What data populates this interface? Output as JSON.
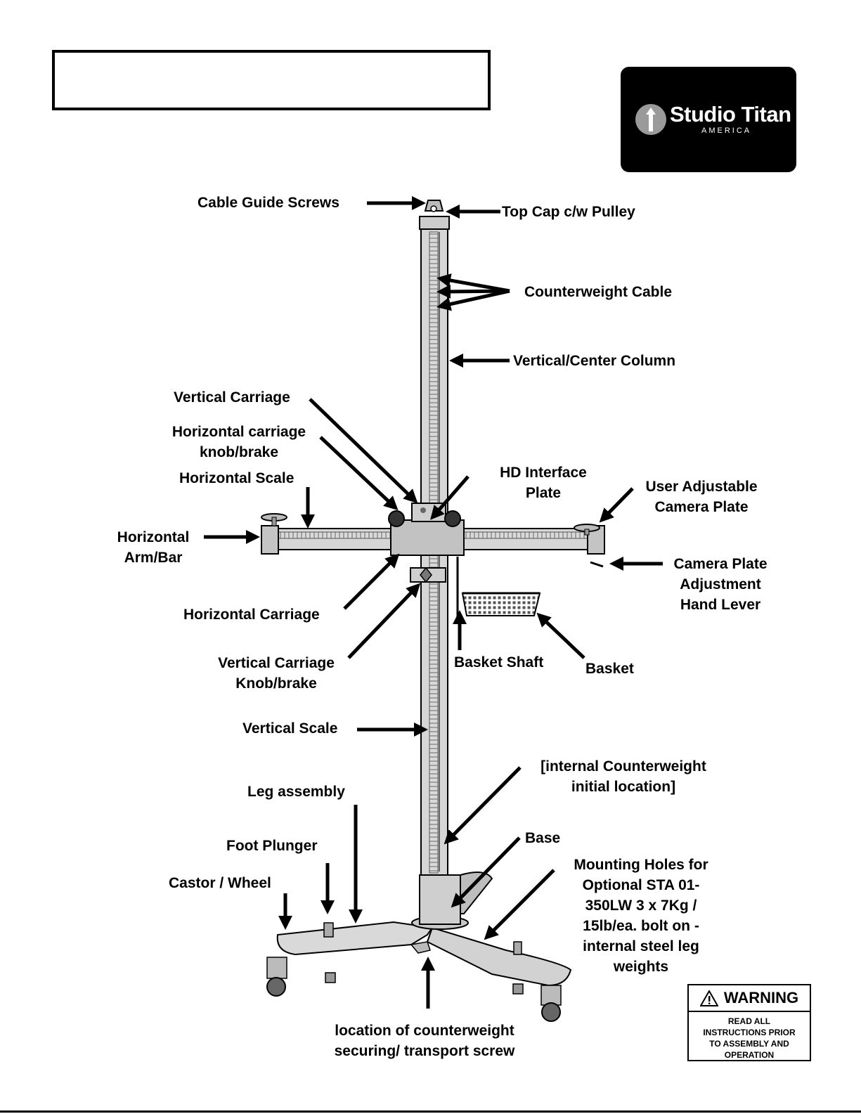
{
  "logo": {
    "brand": "Studio Titan",
    "sub": "AMERICA",
    "icon": "studio-titan-logo-icon"
  },
  "labels": {
    "cable_guide_screws": "Cable Guide Screws",
    "top_cap": "Top Cap c/w Pulley",
    "counterweight_cable": "Counterweight Cable",
    "vertical_column": "Vertical/Center Column",
    "vertical_carriage": "Vertical Carriage",
    "horizontal_carriage_knob": "Horizontal carriage\nknob/brake",
    "horizontal_scale": "Horizontal Scale",
    "hd_interface_plate": "HD Interface\nPlate",
    "user_adjustable_camera_plate": "User Adjustable\nCamera Plate",
    "horizontal_arm": "Horizontal\nArm/Bar",
    "camera_plate_lever": "Camera Plate\nAdjustment\nHand Lever",
    "horizontal_carriage": "Horizontal Carriage",
    "vertical_carriage_knob": "Vertical Carriage\nKnob/brake",
    "basket_shaft": "Basket Shaft",
    "basket": "Basket",
    "vertical_scale": "Vertical Scale",
    "internal_counterweight": "[internal Counterweight\ninitial location]",
    "leg_assembly": "Leg assembly",
    "foot_plunger": "Foot Plunger",
    "base": "Base",
    "castor_wheel": "Castor / Wheel",
    "mounting_holes": "Mounting Holes for\nOptional STA 01-\n350LW  3 x 7Kg /\n15lb/ea. bolt on -\ninternal steel leg\nweights",
    "counterweight_screw": "location of counterweight\nsecuring/ transport screw"
  },
  "warning": {
    "title": "WARNING",
    "body": "READ ALL\nINSTRUCTIONS PRIOR\nTO ASSEMBLY AND\nOPERATION",
    "icon": "warning-triangle-icon"
  }
}
